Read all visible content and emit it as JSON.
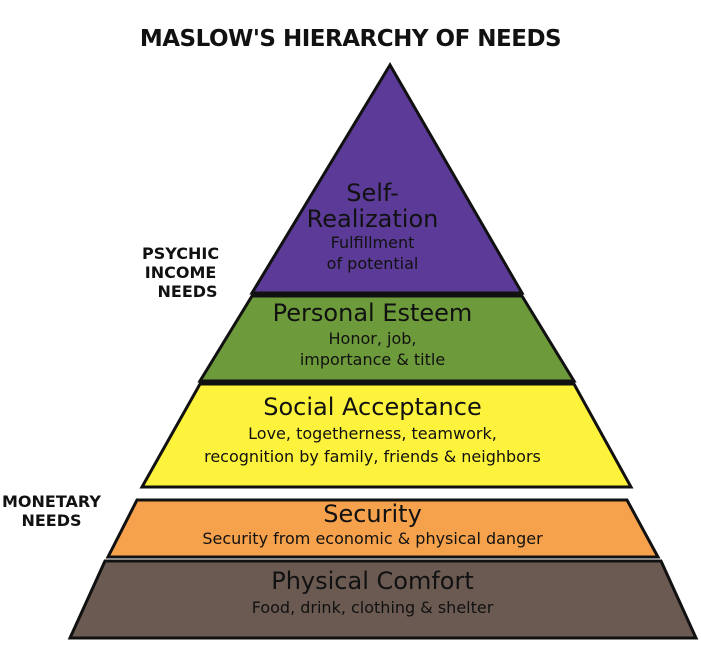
{
  "title": "MASLOW'S HIERARCHY OF NEEDS",
  "side_labels": {
    "psychic": [
      "PSYCHIC",
      "INCOME",
      "NEEDS"
    ],
    "monetary": [
      "MONETARY",
      "NEEDS"
    ]
  },
  "tiers": [
    {
      "name_lines": [
        "Self-",
        "Realization"
      ],
      "desc_lines": [
        "Fulfillment",
        "of potential"
      ],
      "color": "#5b3b97"
    },
    {
      "name_lines": [
        "Personal Esteem"
      ],
      "desc_lines": [
        "Honor, job,",
        "importance & title"
      ],
      "color": "#6d9a3a"
    },
    {
      "name_lines": [
        "Social Acceptance"
      ],
      "desc_lines": [
        "Love, togetherness, teamwork,",
        "recognition by family, friends & neighbors"
      ],
      "color": "#fef33c"
    },
    {
      "name_lines": [
        "Security"
      ],
      "desc_lines": [
        "Security from economic & physical danger"
      ],
      "color": "#f6a24c"
    },
    {
      "name_lines": [
        "Physical Comfort"
      ],
      "desc_lines": [
        "Food, drink, clothing & shelter"
      ],
      "color": "#6b5a52"
    }
  ]
}
